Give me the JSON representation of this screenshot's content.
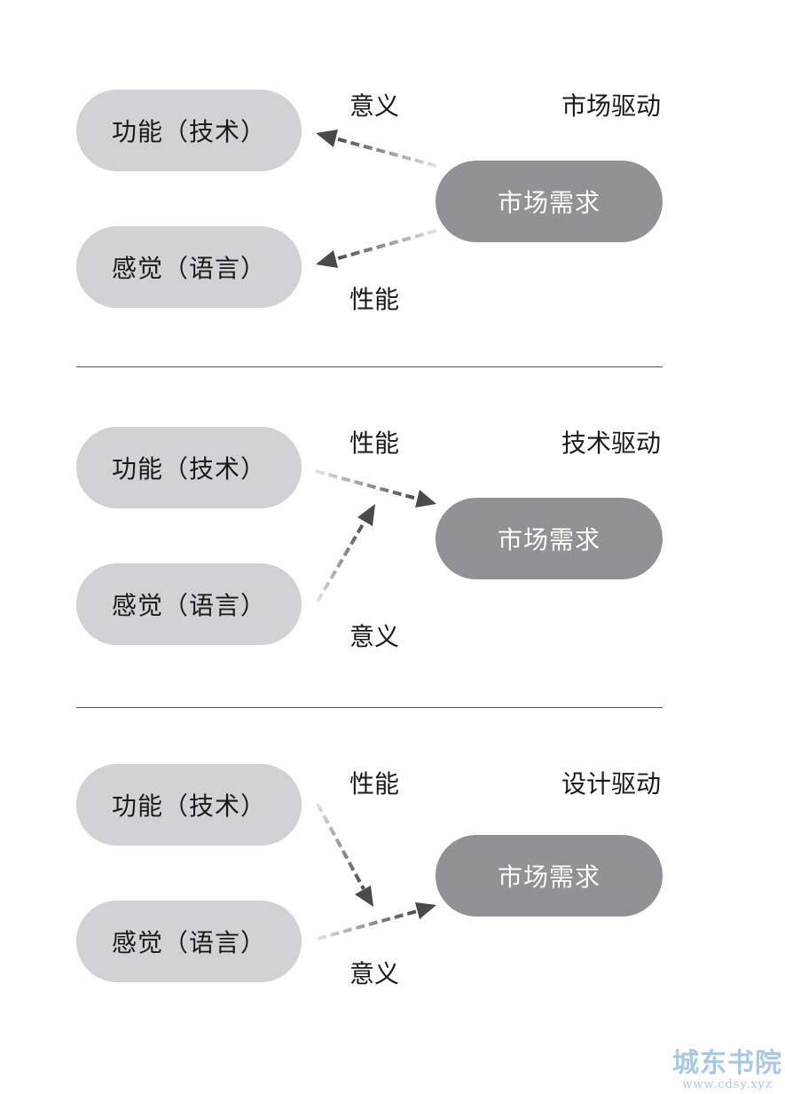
{
  "panels": [
    {
      "title": "市场驱动",
      "top_label": "意义",
      "bottom_label": "性能",
      "function_pill": "功能（技术）",
      "feeling_pill": "感觉（语言）",
      "market_pill": "市场需求"
    },
    {
      "title": "技术驱动",
      "top_label": "性能",
      "bottom_label": "意义",
      "function_pill": "功能（技术）",
      "feeling_pill": "感觉（语言）",
      "market_pill": "市场需求"
    },
    {
      "title": "设计驱动",
      "top_label": "性能",
      "bottom_label": "意义",
      "function_pill": "功能（技术）",
      "feeling_pill": "感觉（语言）",
      "market_pill": "市场需求"
    }
  ],
  "watermark": {
    "name": "城东书院",
    "url": "www.cdsy.xyz"
  },
  "colors": {
    "light_pill": "#d1d2d4",
    "dark_pill": "#919294",
    "arrow": "#555555"
  }
}
